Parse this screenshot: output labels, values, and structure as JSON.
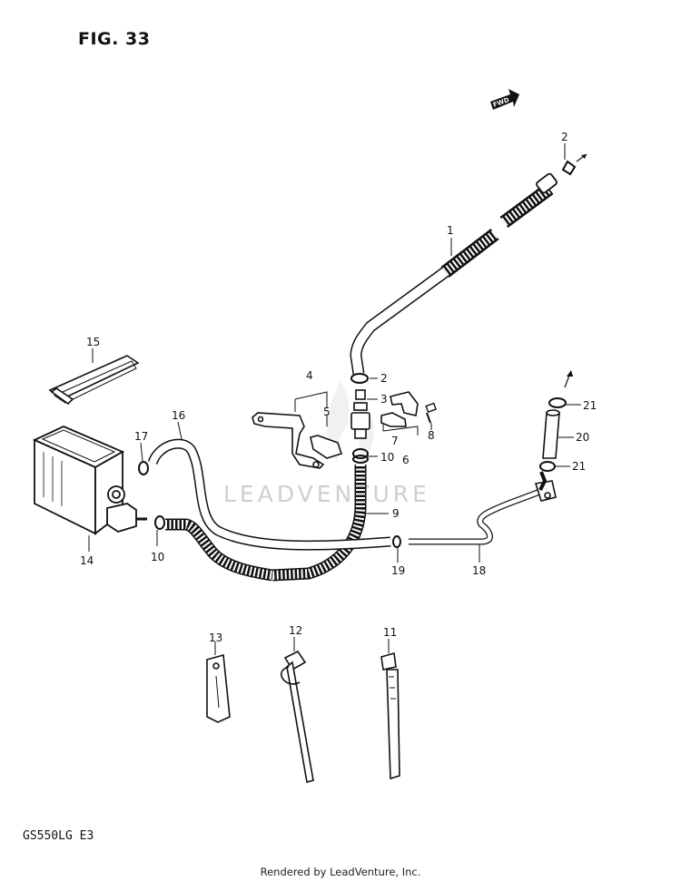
{
  "figure": {
    "title": "FIG. 33",
    "model": "GS550LG  E3"
  },
  "footer": "Rendered by LeadVenture, Inc.",
  "watermark": "LEADVENTURE",
  "fwd_label": "FWD",
  "callouts": {
    "c1": "1",
    "c2a": "2",
    "c2b": "2",
    "c3": "3",
    "c4": "4",
    "c5": "5",
    "c6": "6",
    "c7": "7",
    "c8": "8",
    "c9": "9",
    "c10a": "10",
    "c10b": "10",
    "c11": "11",
    "c12": "12",
    "c13": "13",
    "c14": "14",
    "c15": "15",
    "c16": "16",
    "c17": "17",
    "c18": "18",
    "c19": "19",
    "c20": "20",
    "c21a": "21",
    "c21b": "21"
  }
}
